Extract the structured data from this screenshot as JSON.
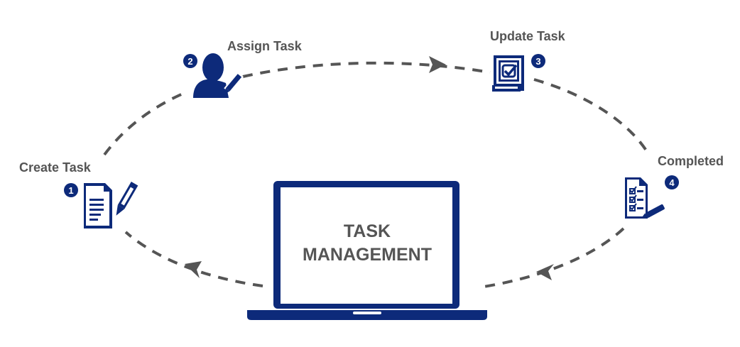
{
  "colors": {
    "primary": "#0d2a7a",
    "dash": "#555555",
    "text": "#555555",
    "background": "#ffffff"
  },
  "center": {
    "line1": "TASK",
    "line2": "MANAGEMENT",
    "icon": "laptop-icon"
  },
  "steps": [
    {
      "number": "1",
      "label": "Create Task",
      "icon": "document-pencil-icon"
    },
    {
      "number": "2",
      "label": "Assign Task",
      "icon": "user-pencil-icon"
    },
    {
      "number": "3",
      "label": "Update Task",
      "icon": "clipboard-check-icon"
    },
    {
      "number": "4",
      "label": "Completed",
      "icon": "checklist-pen-icon"
    }
  ]
}
